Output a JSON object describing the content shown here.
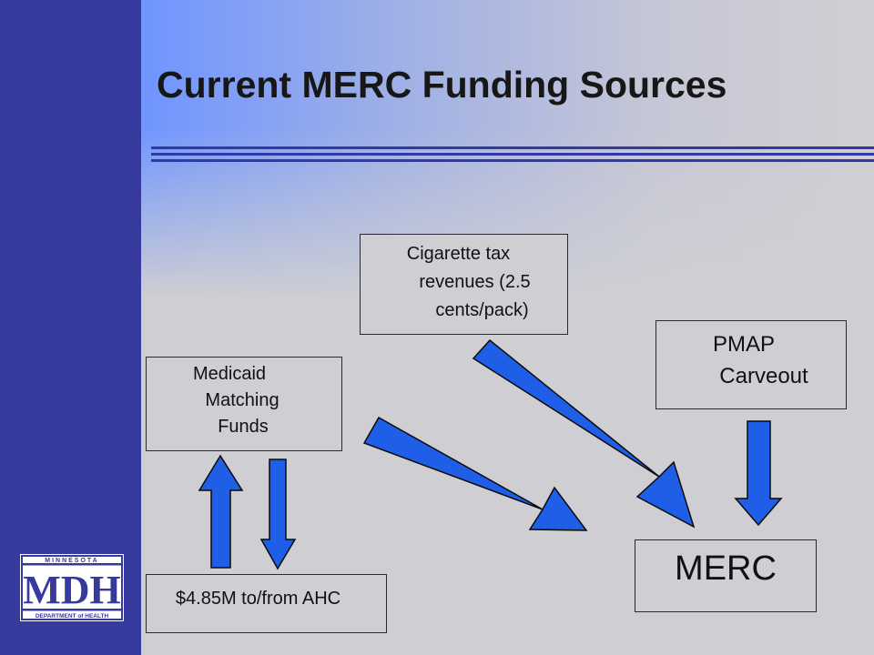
{
  "title": "Current MERC Funding Sources",
  "boxes": {
    "cigarette": {
      "lines": [
        "Cigarette tax",
        "revenues (2.5",
        "cents/pack)"
      ]
    },
    "pmap": {
      "lines": [
        "PMAP",
        "Carveout"
      ]
    },
    "medicaid": {
      "lines": [
        "Medicaid",
        "Matching",
        "Funds"
      ]
    },
    "ahc": {
      "label": "$4.85M to/from AHC"
    },
    "merc": {
      "label": "MERC"
    }
  },
  "logo": {
    "top_text": "MINNESOTA",
    "main_text": "MDH",
    "bottom_text": "DEPARTMENT of HEALTH"
  },
  "colors": {
    "band": "#353a9c",
    "arrow": "#1f5fe8",
    "rule": "#3138a8"
  }
}
